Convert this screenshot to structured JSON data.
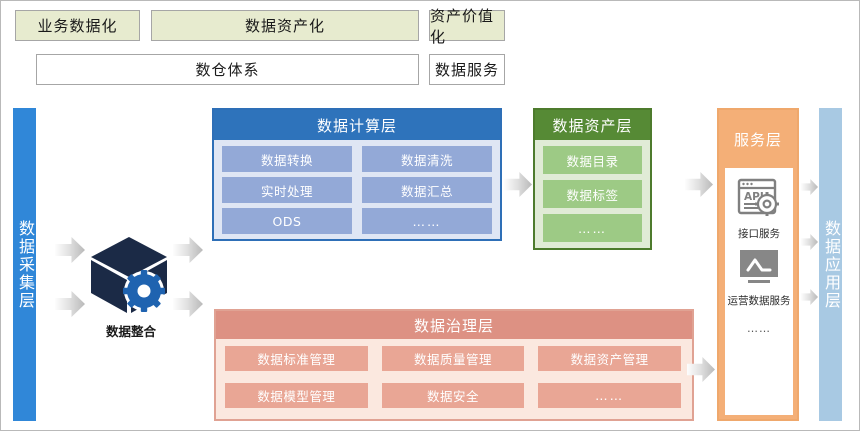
{
  "top_strip": {
    "phases": [
      {
        "label": "业务数据化"
      },
      {
        "label": "数据资产化"
      },
      {
        "label": "资产价值化"
      }
    ],
    "systems": [
      {
        "label": "数仓体系"
      },
      {
        "label": "数据服务"
      }
    ]
  },
  "side_bars": {
    "left": {
      "label": "数据采集层"
    },
    "right": {
      "label": "数据应用层"
    }
  },
  "integration": {
    "label": "数据整合",
    "icon": "cube-gear-icon"
  },
  "panels": {
    "compute": {
      "title": "数据计算层",
      "cells": [
        "数据转换",
        "数据清洗",
        "实时处理",
        "数据汇总",
        "ODS",
        "……"
      ]
    },
    "asset": {
      "title": "数据资产层",
      "cells": [
        "数据目录",
        "数据标签",
        "……"
      ]
    },
    "govern": {
      "title": "数据治理层",
      "cells": [
        "数据标准管理",
        "数据质量管理",
        "数据资产管理",
        "数据模型管理",
        "数据安全",
        "……"
      ]
    },
    "service": {
      "title": "服务层",
      "items": [
        {
          "icon": "api-window-icon",
          "label": "接口服务"
        },
        {
          "icon": "monitor-chart-icon",
          "label": "运营数据服务"
        }
      ],
      "more": "……"
    }
  },
  "colors": {
    "phase_fill": "#e7ebcf",
    "collect_bar": "#3087d8",
    "apply_bar": "#a8c9e3",
    "compute_header": "#2e73bb",
    "compute_body": "#dfe6f4",
    "compute_cell": "#93a9d7",
    "asset_header": "#568a35",
    "asset_body": "#e0ebd6",
    "asset_cell": "#9dca85",
    "govern_header": "#dd9183",
    "govern_body": "#fbe8df",
    "govern_cell": "#e9a695",
    "service_fill": "#f4af77",
    "cube": "#1b2a46",
    "gear": "#1f63b0",
    "icon_gray": "#808080"
  }
}
